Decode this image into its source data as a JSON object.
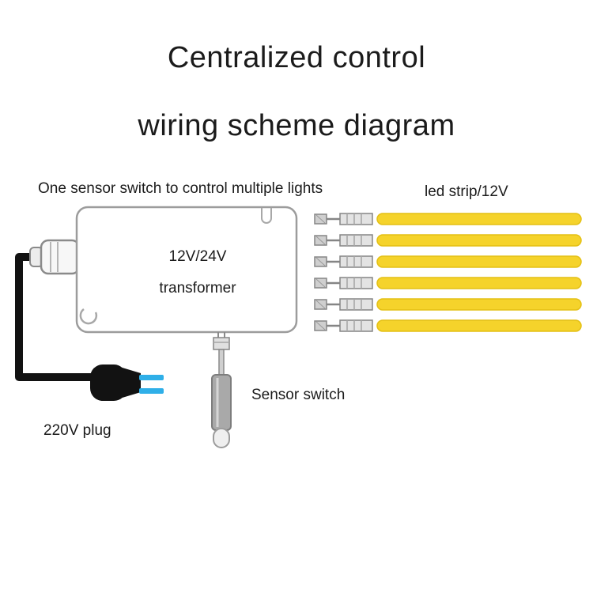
{
  "title": {
    "line1": "Centralized control",
    "line2": "wiring scheme diagram"
  },
  "annotations": {
    "subtitle": "One sensor switch to control multiple lights",
    "led_strip_label": "led strip/12V",
    "sensor_switch_label": "Sensor switch",
    "plug_label": "220V plug"
  },
  "transformer": {
    "line1": "12V/24V",
    "line2": "transformer"
  },
  "diagram": {
    "led_strips": {
      "count": 6
    },
    "colors": {
      "strip_yellow": "#F5D32B",
      "strip_yellow_edge": "#E4C015",
      "prong_blue": "#2FAFE8",
      "wire_black": "#121212",
      "outline_gray": "#9C9C9C",
      "connector_fill": "#E3E3E3",
      "connector_stroke": "#858585"
    }
  }
}
